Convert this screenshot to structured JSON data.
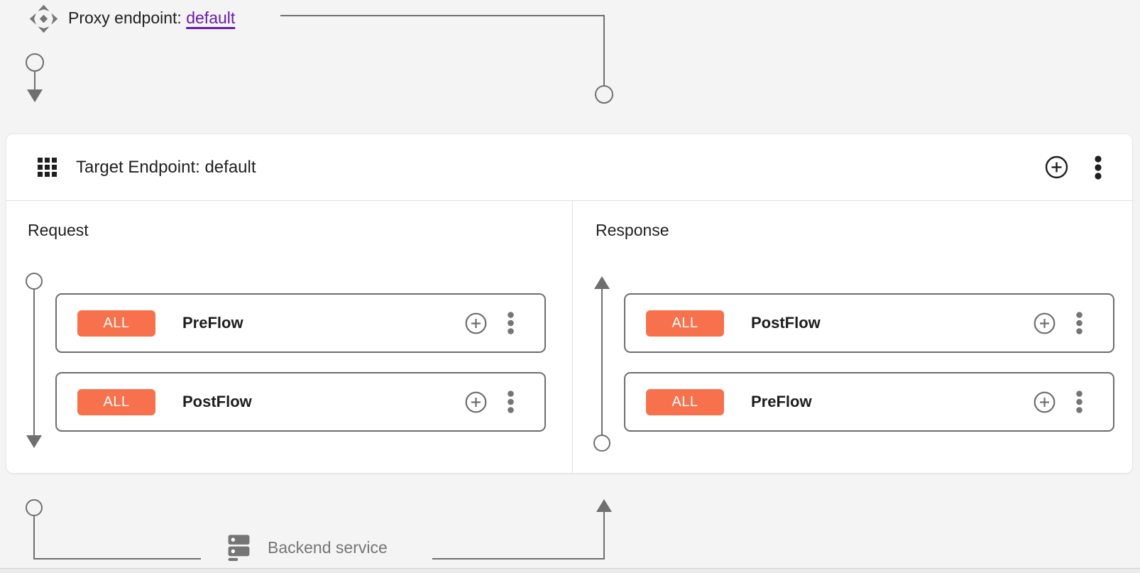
{
  "proxy_endpoint": {
    "label": "Proxy endpoint:",
    "link_text": "default"
  },
  "target_endpoint": {
    "title": "Target Endpoint: default"
  },
  "request_panel": {
    "label": "Request",
    "flows": [
      {
        "badge": "ALL",
        "name": "PreFlow"
      },
      {
        "badge": "ALL",
        "name": "PostFlow"
      }
    ]
  },
  "response_panel": {
    "label": "Response",
    "flows": [
      {
        "badge": "ALL",
        "name": "PostFlow"
      },
      {
        "badge": "ALL",
        "name": "PreFlow"
      }
    ]
  },
  "backend": {
    "label": "Backend service"
  },
  "icons": {
    "proxy_endpoint": "proxy-diamond-icon",
    "target_endpoint": "grid-icon",
    "add": "plus-circle-icon",
    "menu": "kebab-menu-icon",
    "backend": "dns-server-icon"
  },
  "colors": {
    "badge_orange": "#f6714c",
    "link_purple": "#681da8",
    "connector_gray": "#6f6f6f",
    "divider_gray": "#e0e0e0",
    "background": "#f4f4f5",
    "card_white": "#ffffff"
  }
}
